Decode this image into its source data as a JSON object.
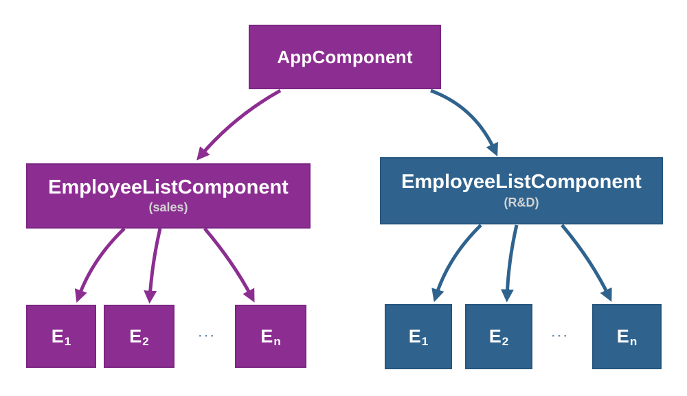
{
  "diagram": {
    "colors": {
      "purple": "#8c2e91",
      "purple_border": "#7b2683",
      "blue": "#2f638e",
      "blue_border": "#27567e",
      "node_text": "#ffffff",
      "subtitle": "#d2d2d2",
      "ellipsis": "#6e8eb2",
      "background": "#ffffff"
    },
    "root": {
      "label": "AppComponent"
    },
    "branches": [
      {
        "title": "EmployeeListComponent",
        "subtitle": "(sales)",
        "ellipsis": "···",
        "children": [
          {
            "base": "E",
            "sub": "1"
          },
          {
            "base": "E",
            "sub": "2"
          },
          {
            "base": "E",
            "sub": "n"
          }
        ]
      },
      {
        "title": "EmployeeListComponent",
        "subtitle": "(R&D)",
        "ellipsis": "···",
        "children": [
          {
            "base": "E",
            "sub": "1"
          },
          {
            "base": "E",
            "sub": "2"
          },
          {
            "base": "E",
            "sub": "n"
          }
        ]
      }
    ]
  }
}
